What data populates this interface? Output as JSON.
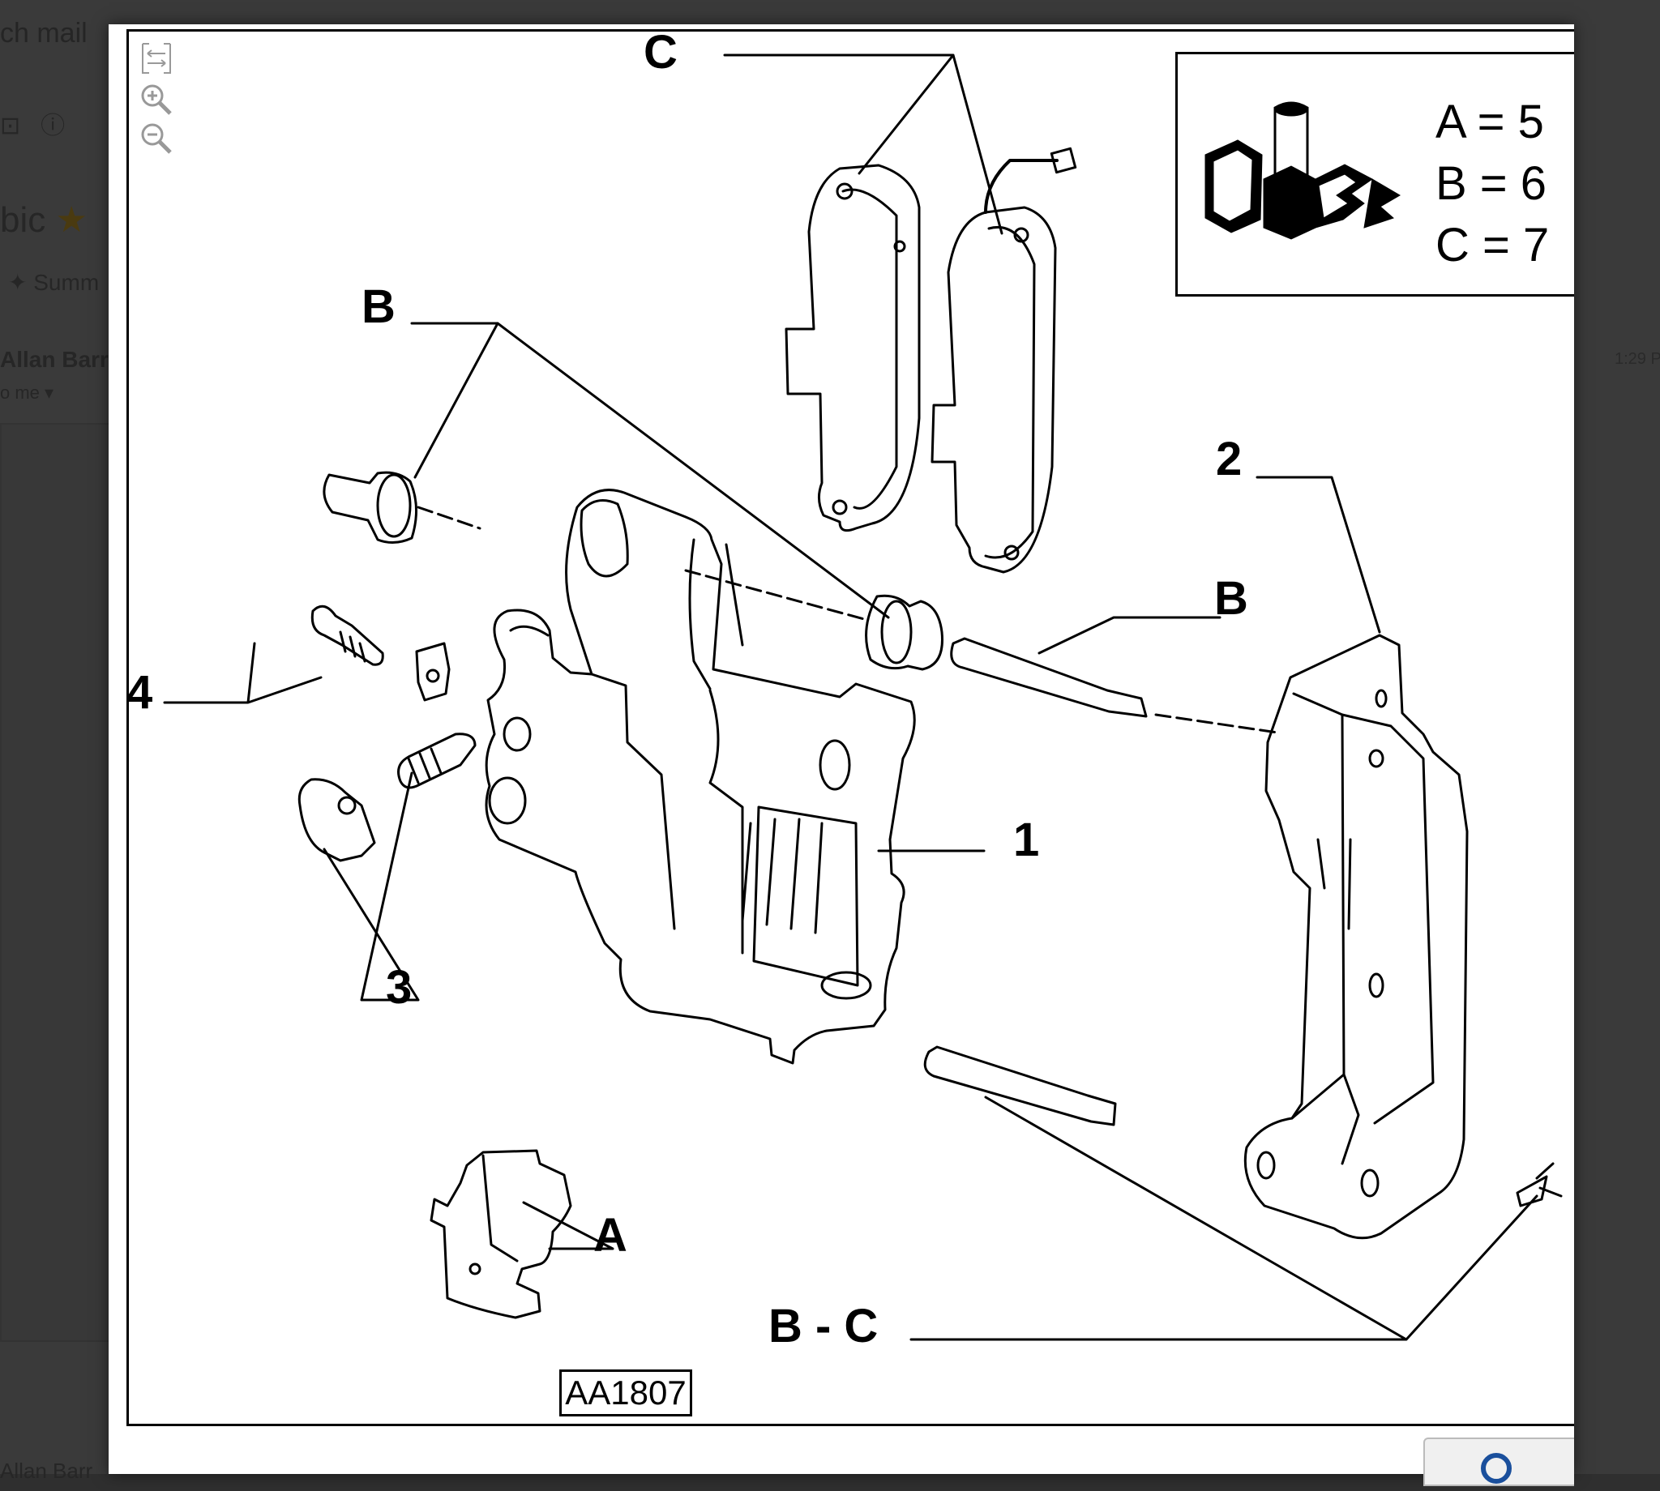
{
  "background": {
    "search_text": "ch mail",
    "subject_text": "bic",
    "summary_tab": "✦  Summ",
    "sender": "Allan Barr",
    "to_me": "o me ▾",
    "time": "1:29 P",
    "sender2": "Allan Barr"
  },
  "viewer": {
    "toolbar": {
      "fit_icon": "fit-to-width-icon",
      "zoom_in_icon": "zoom-in-icon",
      "zoom_out_icon": "zoom-out-icon"
    },
    "legend": [
      "A = 5",
      "B = 6",
      "C = 7"
    ],
    "labels": {
      "c_top": "C",
      "b_top": "B",
      "b_right": "B",
      "two": "2",
      "four": "4",
      "one": "1",
      "three": "3",
      "a": "A",
      "bc": "B - C"
    },
    "code": "AA1807"
  }
}
